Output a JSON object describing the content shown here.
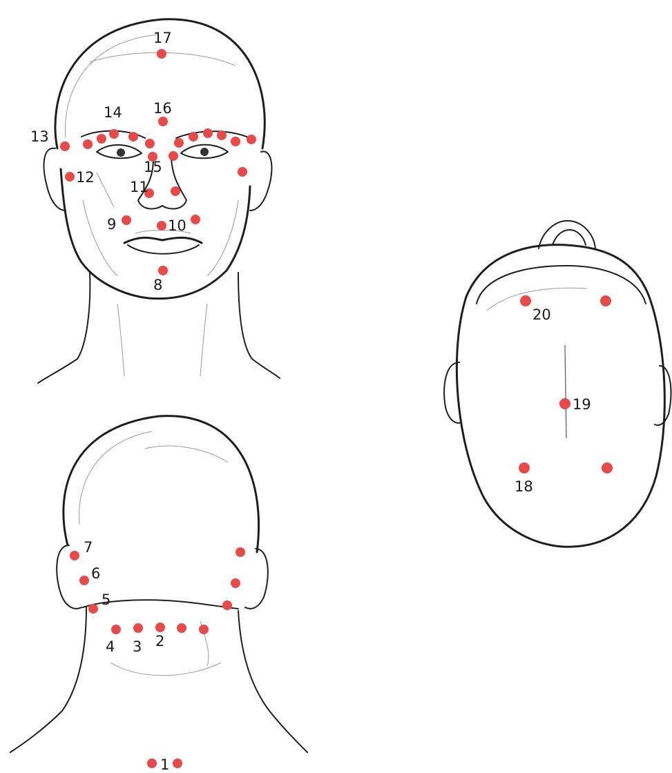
{
  "figure": {
    "views": [
      {
        "id": "front",
        "labels": [
          "17",
          "16",
          "14",
          "13",
          "15",
          "12",
          "11",
          "9",
          "10",
          "8"
        ]
      },
      {
        "id": "top",
        "labels": [
          "20",
          "19",
          "18"
        ]
      },
      {
        "id": "back",
        "labels": [
          "7",
          "6",
          "5",
          "4",
          "3",
          "2",
          "1"
        ]
      }
    ],
    "colors": {
      "point": "#e84a4a",
      "sketch": "#1e1e1e",
      "shading": "#9a9a9a",
      "background": "#ffffff"
    }
  }
}
